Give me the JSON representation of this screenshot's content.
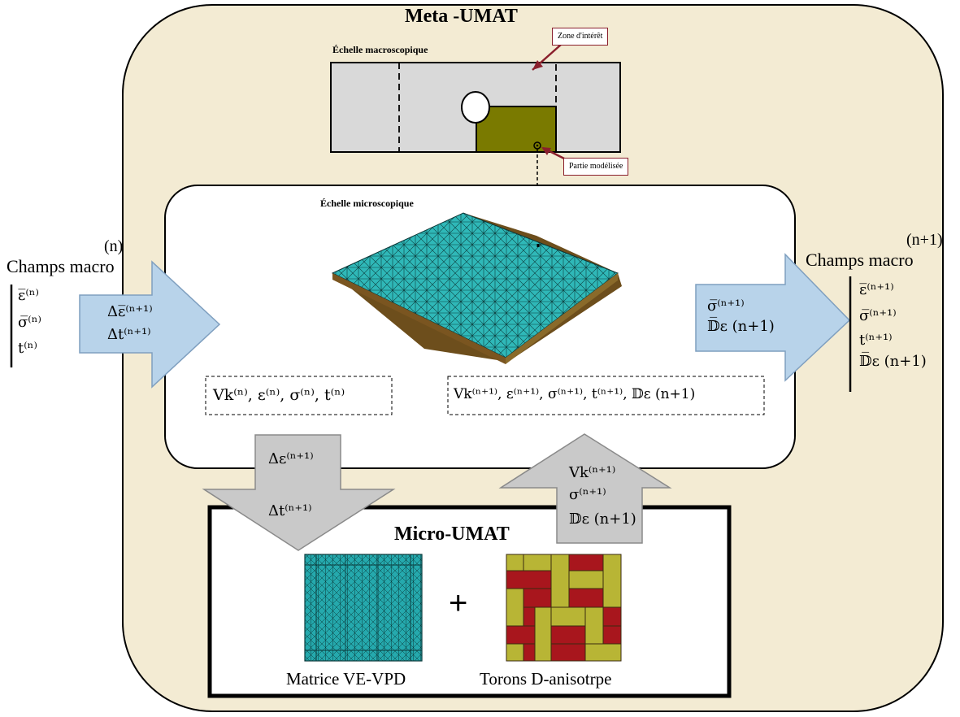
{
  "meta_title": "Meta -UMAT",
  "micro_title": "Micro-UMAT",
  "macro_scale_label": "Échelle macroscopique",
  "micro_scale_label": "Échelle microscopique",
  "zone_interest_label": "Zone d'intérêt",
  "modeled_part_label": "Partie modélisée",
  "left_input": {
    "title": "Champs macro",
    "superscript": "(n)",
    "fields": [
      "ε̅⁽ⁿ⁾",
      "σ̅⁽ⁿ⁾",
      "t⁽ⁿ⁾"
    ],
    "arrow_lines": [
      "Δε̅⁽ⁿ⁺¹⁾",
      "Δt⁽ⁿ⁺¹⁾"
    ]
  },
  "right_output": {
    "title": "Champs macro",
    "superscript": "(n+1)",
    "fields": [
      "ε̅⁽ⁿ⁺¹⁾",
      "σ̅⁽ⁿ⁺¹⁾",
      "t⁽ⁿ⁺¹⁾",
      "𝔻̅ε (n+1)"
    ],
    "arrow_lines": [
      "σ̅⁽ⁿ⁺¹⁾",
      "𝔻̅ε (n+1)"
    ]
  },
  "micro_state_n": "Vk⁽ⁿ⁾, ε⁽ⁿ⁾, σ⁽ⁿ⁾, t⁽ⁿ⁾",
  "micro_state_n1": "Vk⁽ⁿ⁺¹⁾, ε⁽ⁿ⁺¹⁾, σ⁽ⁿ⁺¹⁾, t⁽ⁿ⁺¹⁾, 𝔻ε (n+1)",
  "down_arrow_lines": [
    "Δε⁽ⁿ⁺¹⁾",
    "Δt⁽ⁿ⁺¹⁾"
  ],
  "up_arrow_lines": [
    "Vk⁽ⁿ⁺¹⁾",
    "σ⁽ⁿ⁺¹⁾",
    "𝔻ε (n+1)"
  ],
  "plus_sign": "+",
  "matrix_label": "Matrice VE-VPD",
  "strands_label": "Torons D-anisotrpe",
  "colors": {
    "meta_fill": "#f3ebd3",
    "arrow_blue": "#b8d3ea",
    "arrow_gray": "#c9c9c9",
    "olive": "#7a7a00",
    "mesh_teal": "#2bb5b5",
    "weave_red": "#a8161d",
    "weave_yellow": "#b8b535",
    "callout_border": "#8a1f2c"
  }
}
